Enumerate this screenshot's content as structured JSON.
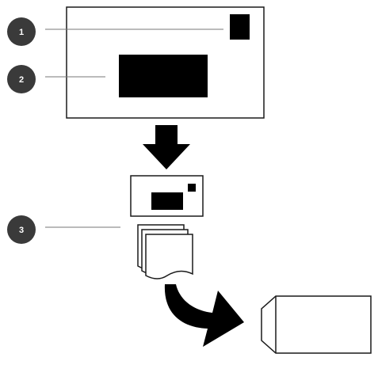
{
  "colors": {
    "background": "#ffffff",
    "stroke": "#1a1a1a",
    "fill_dark": "#000000",
    "badge": "#3a3a3a",
    "badge_text": "#ffffff",
    "leader_line": "#777777"
  },
  "callouts": [
    {
      "number": "1"
    },
    {
      "number": "2"
    },
    {
      "number": "3"
    }
  ],
  "icons": {
    "down_arrow": "down-arrow-icon",
    "curved_arrow": "curved-arrow-icon",
    "envelope": "envelope-icon",
    "page_stack": "page-stack-icon"
  }
}
